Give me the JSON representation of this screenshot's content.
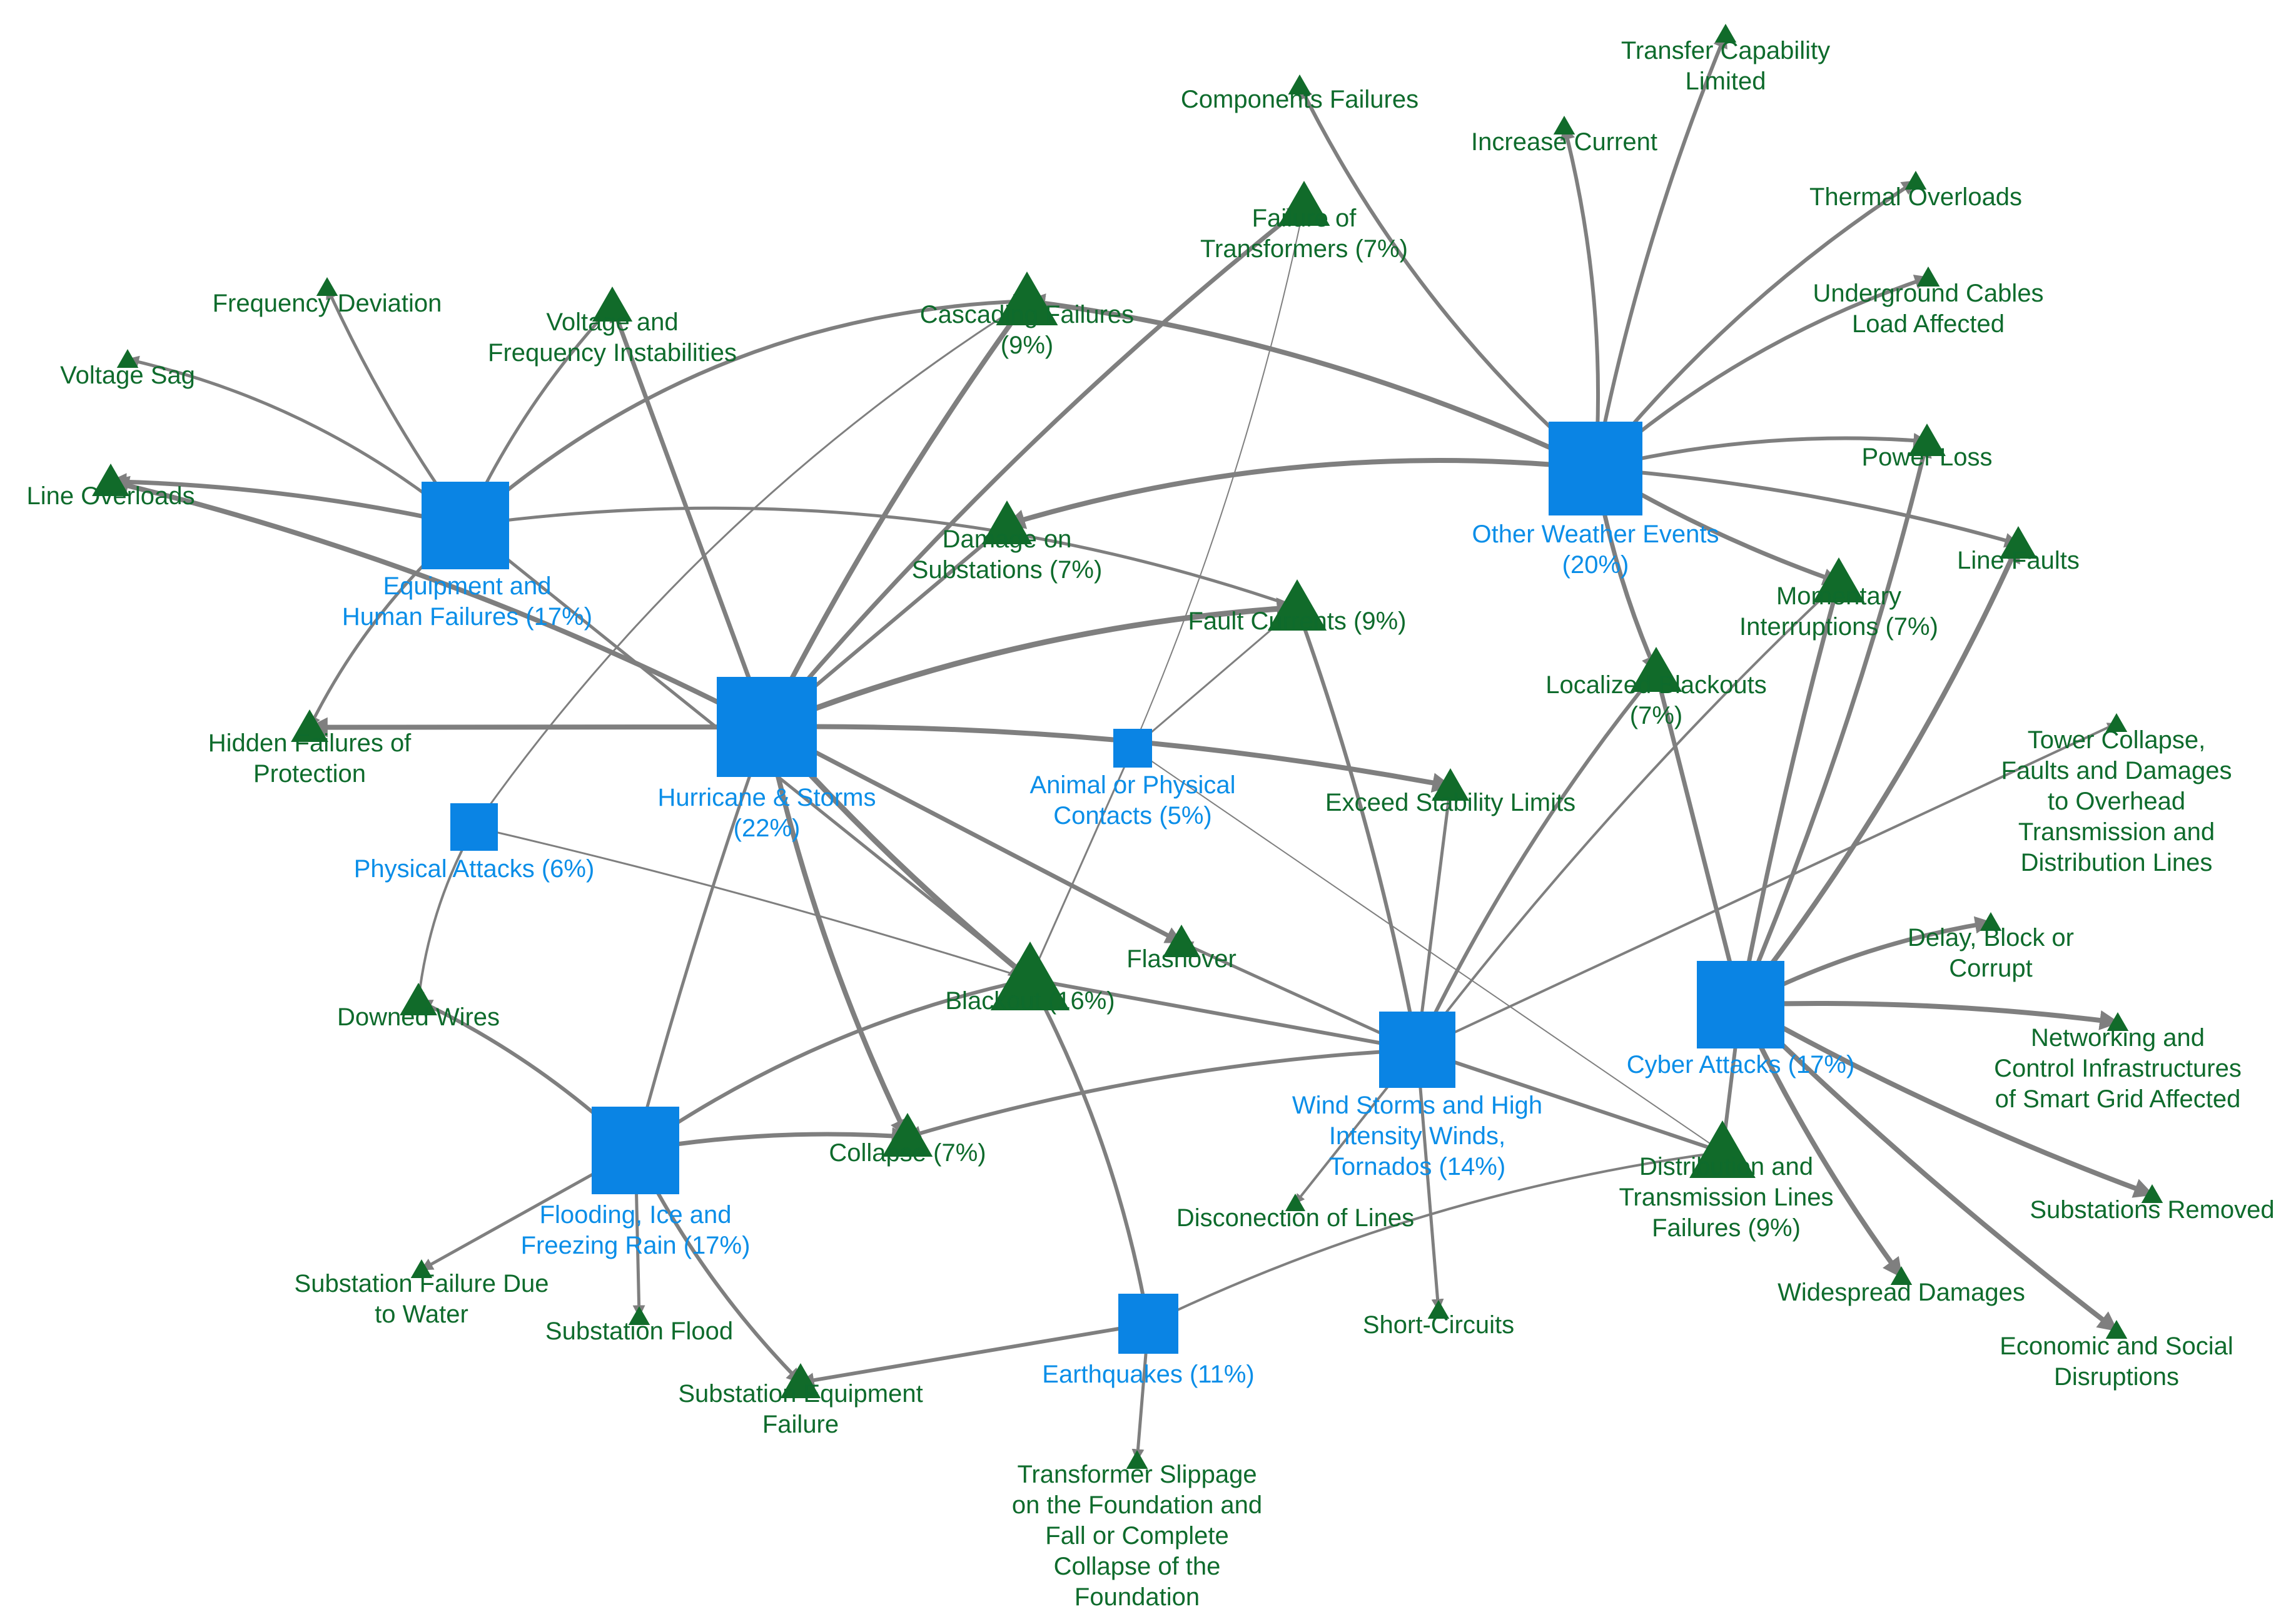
{
  "colors": {
    "cause": "#0a84e4",
    "cause_text": "#0a8ee8",
    "effect": "#116b2a",
    "effect_text": "#0e6b2c",
    "edge": "#7f7f7f"
  },
  "causes": {
    "equipment": [
      "Equipment and",
      "Human Failures (17%)"
    ],
    "hurricane": [
      "Hurricane    & Storms",
      "(22%)"
    ],
    "physical": [
      "Physical Attacks (6%)"
    ],
    "animal": [
      "Animal or Physical",
      "Contacts (5%)"
    ],
    "weather": [
      "Other Weather Events",
      "(20%)"
    ],
    "flooding": [
      "Flooding, Ice and",
      "Freezing Rain (17%)"
    ],
    "earthquakes": [
      "Earthquakes (11%)"
    ],
    "wind": [
      "Wind Storms and High",
      "Intensity Winds,",
      "Tornados (14%)"
    ],
    "cyber": [
      "Cyber Attacks (17%)"
    ]
  },
  "effects": {
    "components": [
      "Components Failures"
    ],
    "transfer": [
      "Transfer Capability",
      "Limited"
    ],
    "increase": [
      "Increase Current"
    ],
    "thermal": [
      "Thermal Overloads"
    ],
    "underground": [
      "Underground Cables",
      "Load Affected"
    ],
    "failure_transformers": [
      "Failure of",
      "Transformers (7%)"
    ],
    "frequency_dev": [
      "Frequency Deviation"
    ],
    "voltage_freq": [
      "Voltage and",
      "Frequency Instabilities"
    ],
    "cascading": [
      "Cascading Failures",
      "(9%)"
    ],
    "voltage_sag": [
      "Voltage Sag"
    ],
    "line_overloads": [
      "Line Overloads"
    ],
    "damage_substations": [
      "Damage on",
      "Substations (7%)"
    ],
    "power_loss": [
      "Power Loss"
    ],
    "line_faults": [
      "Line Faults"
    ],
    "momentary": [
      "Momentary",
      "Interruptions (7%)"
    ],
    "fault_currents": [
      "Fault Currents (9%)"
    ],
    "localized": [
      "Localized Blackouts",
      "(7%)"
    ],
    "hidden": [
      "Hidden Failures of",
      "Protection"
    ],
    "exceed": [
      "Exceed Stability Limits"
    ],
    "tower": [
      "Tower Collapse,",
      "Faults and Damages",
      "to Overhead",
      "Transmission and",
      "Distribution Lines"
    ],
    "downed": [
      "Downed Wires"
    ],
    "flashover": [
      "Flashover"
    ],
    "blackout": [
      "Blackout (16%)"
    ],
    "delay": [
      "Delay, Block or",
      "Corrupt"
    ],
    "networking": [
      "Networking and",
      "Control Infrastructures",
      "of Smart Grid Affected"
    ],
    "collapse": [
      "Collapse (7%)"
    ],
    "distribution": [
      "Distribution and",
      "Transmission Lines",
      "Failures (9%)"
    ],
    "substations_removed": [
      "Substations Removed"
    ],
    "disconection": [
      "Disconection of Lines"
    ],
    "substation_water": [
      "Substation Failure Due",
      "to Water"
    ],
    "substation_flood": [
      "Substation Flood"
    ],
    "widespread": [
      "Widespread Damages"
    ],
    "short_circuits": [
      "Short-Circuits"
    ],
    "economic": [
      "Economic and Social",
      "Disruptions"
    ],
    "substation_equipment": [
      "Substation Equipment",
      "Failure"
    ],
    "transformer_slippage": [
      "Transformer Slippage",
      "on the Foundation and",
      "Fall or Complete",
      "Collapse of the",
      "Foundation"
    ]
  }
}
